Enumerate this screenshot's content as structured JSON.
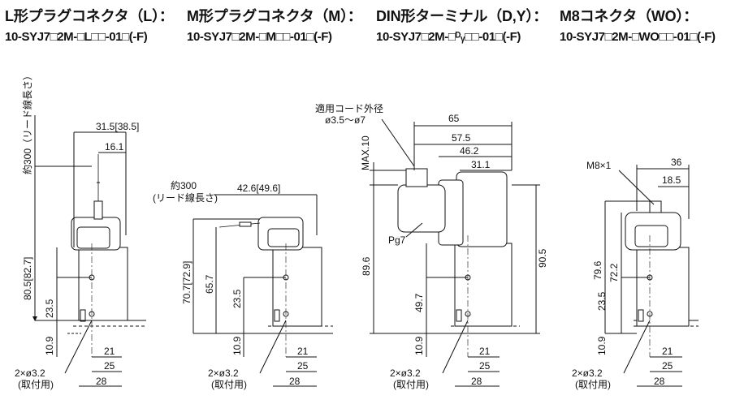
{
  "headers": [
    {
      "title": "L形プラグコネクタ（L）：",
      "code": "10-SYJ7□2M-□L□□-01□(-F)"
    },
    {
      "title": "M形プラグコネクタ（M）：",
      "code": "10-SYJ7□2M-□M□□-01□(-F)"
    },
    {
      "title": "DIN形ターミナル（D,Y）：",
      "code": "10-SYJ7□2M-□ᴰᵧ□□-01□(-F)"
    },
    {
      "title": "M8コネクタ（WO）：",
      "code": "10-SYJ7□2M-□WO□□-01□(-F)"
    }
  ],
  "views": {
    "L": {
      "lead": "約300\n(リード線長さ)",
      "dims": [
        "31.5[38.5]",
        "16.1",
        "80.5[82.7]",
        "23.5",
        "10.9",
        "21",
        "25",
        "28"
      ],
      "mount": "2×ø3.2\n(取付用)"
    },
    "M": {
      "lead": "約300\n(リード線長さ)",
      "dims": [
        "42.6[49.6]",
        "70.7[72.9]",
        "65.7",
        "23.5",
        "10.9",
        "21",
        "25",
        "28"
      ],
      "mount": "2×ø3.2\n(取付用)"
    },
    "D": {
      "cable": "適用コード外径\nø3.5〜ø7",
      "dims": [
        "65",
        "57.5",
        "46.2",
        "31.1",
        "MAX.10",
        "89.6",
        "90.5",
        "49.7",
        "10.9",
        "21",
        "25",
        "28"
      ],
      "pg": "Pg7",
      "mount": "2×ø3.2\n(取付用)"
    },
    "W": {
      "conn": "M8×1",
      "dims": [
        "36",
        "18.5",
        "79.6",
        "72.2",
        "23.5",
        "10.9",
        "21",
        "25",
        "28"
      ],
      "mount": "2×ø3.2\n(取付用)"
    }
  }
}
